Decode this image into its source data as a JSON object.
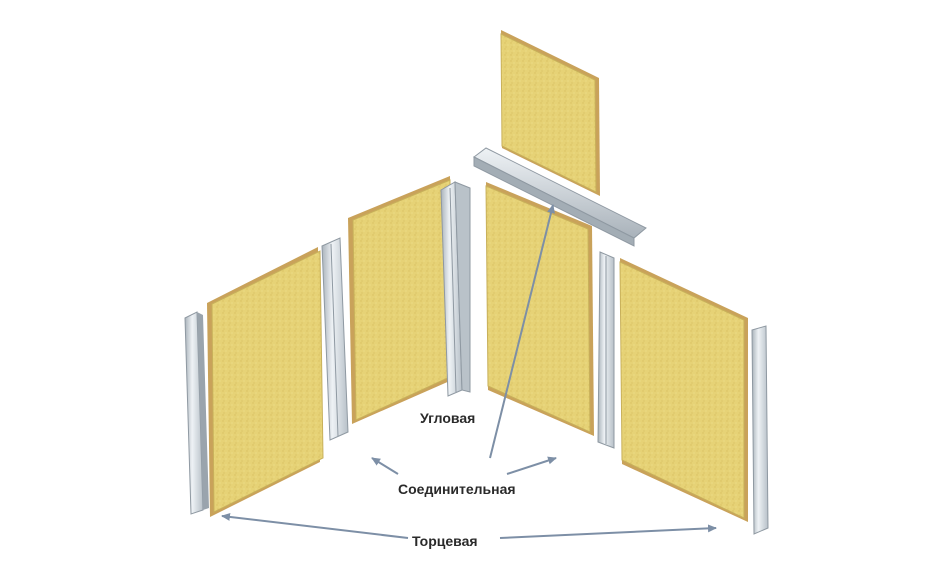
{
  "labels": {
    "corner": "Угловая",
    "connecting": "Соединительная",
    "end": "Торцевая"
  },
  "colors": {
    "panel_face": "#e8d47a",
    "panel_edge": "#c9a25a",
    "profile": "#cfd6dc",
    "profile_dark": "#9aa4ad",
    "arrow": "#7d8fa6"
  }
}
